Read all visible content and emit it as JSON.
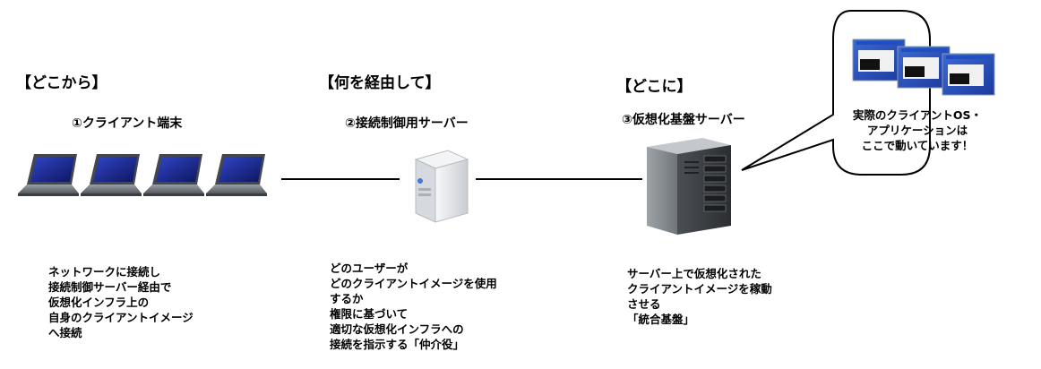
{
  "sections": [
    {
      "heading": "【どこから】",
      "title": "①クライアント端末",
      "description": [
        "ネットワークに接続し",
        "接続制御サーバー経由で",
        "仮想化インフラ上の",
        "自身のクライアントイメージ",
        "へ接続"
      ]
    },
    {
      "heading": "【何を経由して】",
      "title": "②接続制御用サーバー",
      "description": [
        "どのユーザーが",
        "どのクライアントイメージを使用",
        "するか",
        "権限に基づいて",
        "適切な仮想化インフラへの",
        "接続を指示する「仲介役」"
      ]
    },
    {
      "heading": "【どこに】",
      "title": "③仮想化基盤サーバー",
      "description": [
        "サーバー上で仮想化された",
        "クライアントイメージを稼動",
        "させる",
        "「統合基盤」"
      ]
    }
  ],
  "callout": {
    "lines": [
      "実際のクライアントOS・",
      "アプリケーションは",
      "ここで動いています！"
    ]
  },
  "colors": {
    "laptop_screen": "#1a2a8c",
    "laptop_body": "#6e7378",
    "server_light": "#e9ecef",
    "tower_dark": "#3d4044"
  }
}
